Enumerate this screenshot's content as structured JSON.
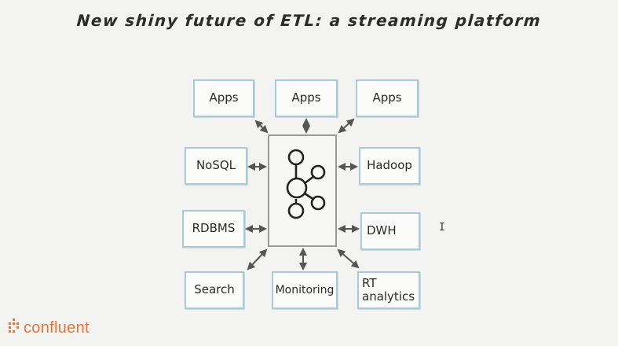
{
  "title": "New shiny future of ETL: a streaming platform",
  "nodes": {
    "apps_left": "Apps",
    "apps_center": "Apps",
    "apps_right": "Apps",
    "nosql": "NoSQL",
    "hadoop": "Hadoop",
    "rdbms": "RDBMS",
    "dwh": "DWH",
    "search": "Search",
    "monitoring": "Monitoring",
    "rt_analytics": "RT analytics"
  },
  "hub": {
    "icon": "kafka-logo-icon"
  },
  "logo": {
    "text": "confluent",
    "color": "#e8743b"
  },
  "colors": {
    "box_border": "#a9cbd8",
    "arrow": "#555555",
    "accent": "#e8743b"
  }
}
